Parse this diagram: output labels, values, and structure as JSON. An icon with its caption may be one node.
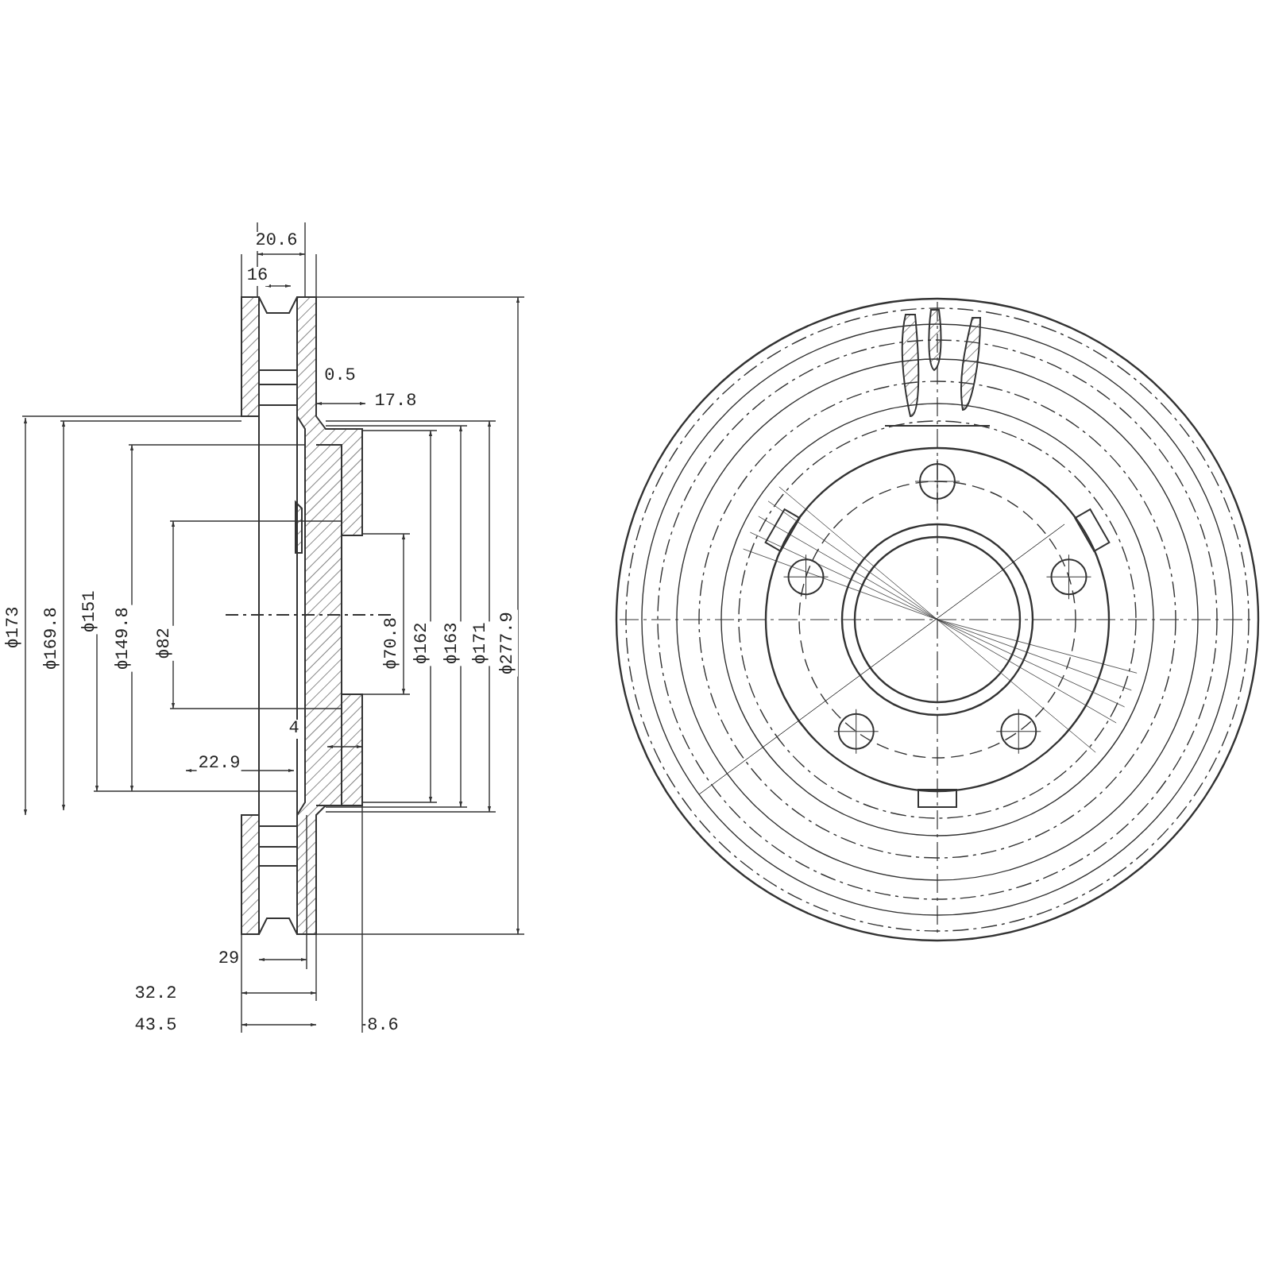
{
  "diagram": {
    "labels": [
      "20.6",
      "16",
      "0.5",
      "17.8",
      "ϕ173",
      "ϕ169.8",
      "ϕ151",
      "ϕ149.8",
      "ϕ82",
      "ϕ70.8",
      "ϕ162",
      "ϕ163",
      "ϕ171",
      "ϕ277.9",
      "4",
      "22.9",
      "29",
      "32.2",
      "43.5",
      "8.6"
    ]
  }
}
